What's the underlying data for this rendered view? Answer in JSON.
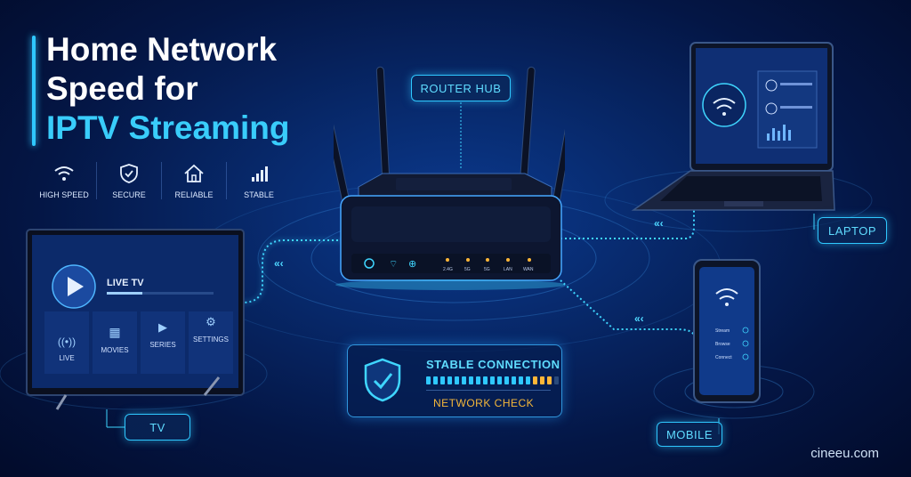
{
  "title": {
    "line1": "Home Network",
    "line2": "Speed for",
    "line3": "IPTV Streaming"
  },
  "features": [
    {
      "icon": "wifi-icon",
      "label": "HIGH SPEED"
    },
    {
      "icon": "shield-icon",
      "label": "SECURE"
    },
    {
      "icon": "home-icon",
      "label": "RELIABLE"
    },
    {
      "icon": "signal-bars-icon",
      "label": "STABLE"
    }
  ],
  "router": {
    "label": "ROUTER HUB",
    "leds": [
      "2.4G",
      "5G",
      "5G",
      "LAN",
      "WAN"
    ]
  },
  "tv": {
    "label": "TV",
    "screen_title": "LIVE TV",
    "menu": [
      "LIVE",
      "MOVIES",
      "SERIES",
      "SETTINGS"
    ]
  },
  "laptop": {
    "label": "LAPTOP"
  },
  "mobile": {
    "label": "MOBILE",
    "menu": [
      "Stream",
      "Browse",
      "Connect"
    ]
  },
  "status": {
    "title": "STABLE CONNECTION",
    "subtitle": "NETWORK CHECK"
  },
  "watermark": "cineeu.com",
  "colors": {
    "accent": "#39cdfb",
    "warning": "#f5b73a",
    "background": "#062360"
  }
}
